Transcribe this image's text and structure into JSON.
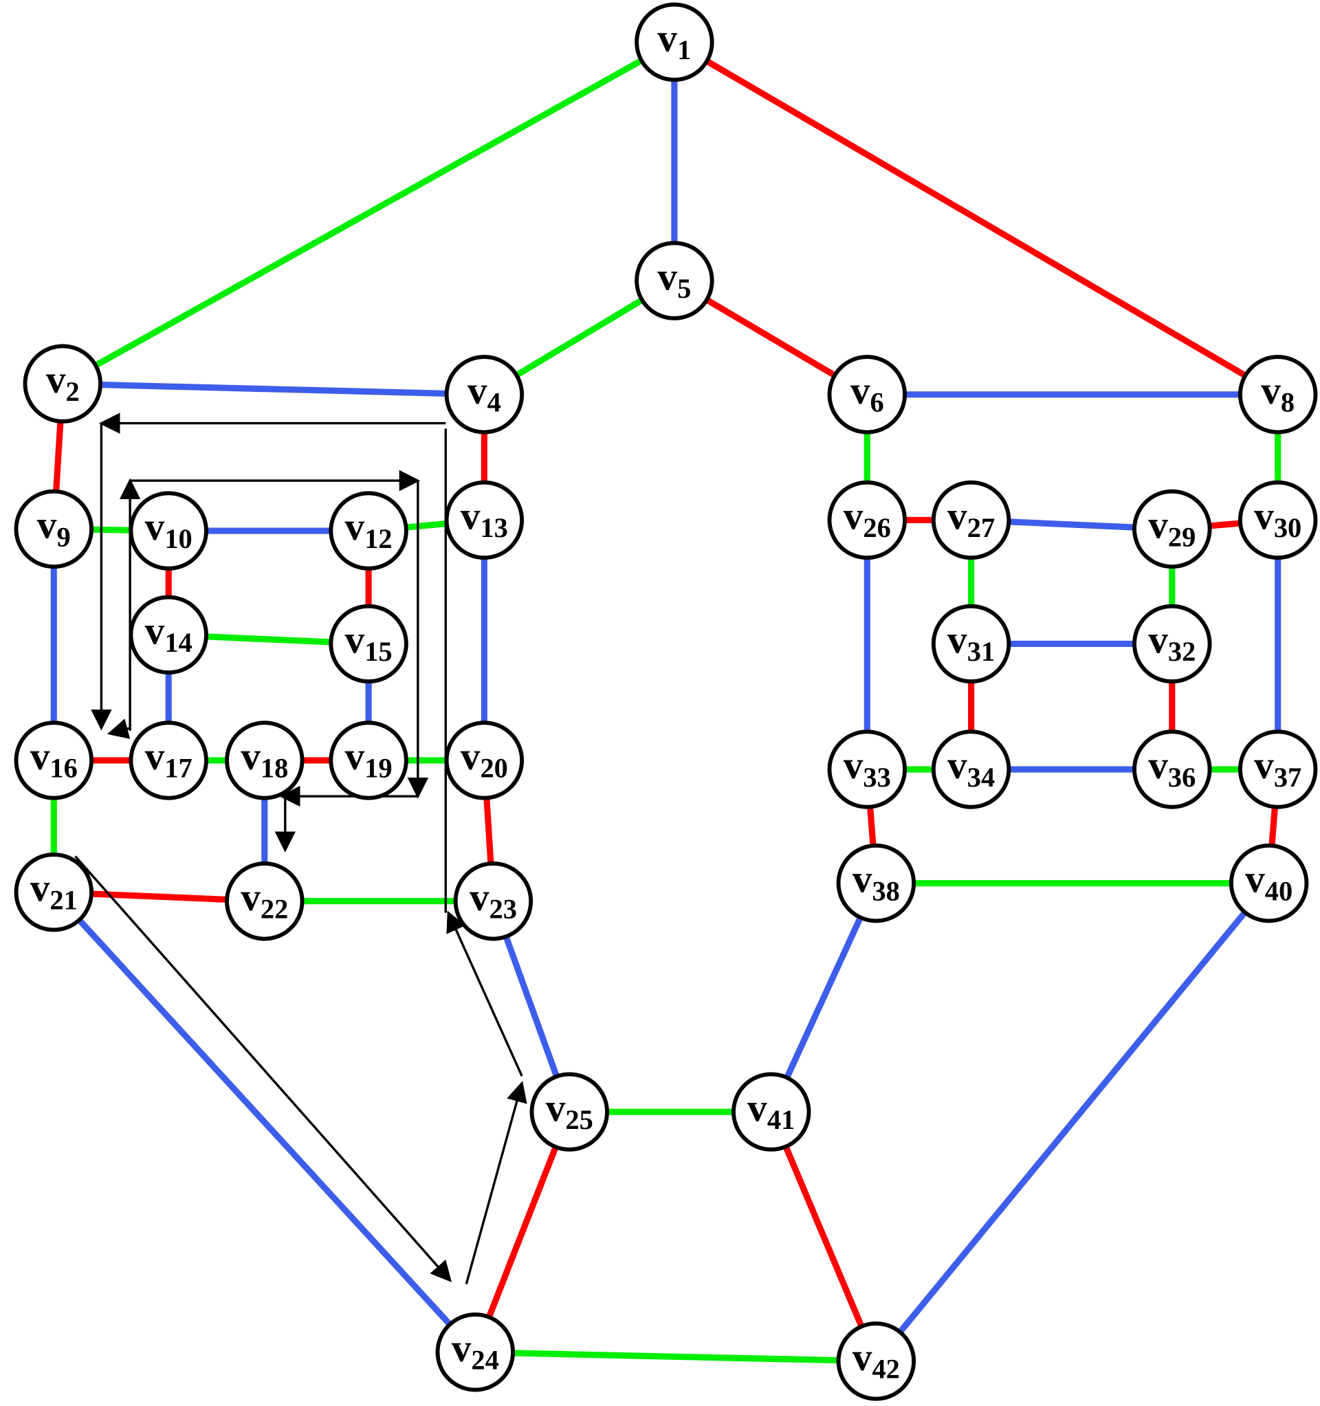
{
  "colors": {
    "red": "#ff0000",
    "green": "#00ee00",
    "blue": "#3d5eea",
    "arrow": "#000000"
  },
  "nodes": [
    {
      "id": "v1",
      "letter": "v",
      "sub": "1"
    },
    {
      "id": "v2",
      "letter": "v",
      "sub": "2"
    },
    {
      "id": "v4",
      "letter": "v",
      "sub": "4"
    },
    {
      "id": "v5",
      "letter": "v",
      "sub": "5"
    },
    {
      "id": "v6",
      "letter": "v",
      "sub": "6"
    },
    {
      "id": "v8",
      "letter": "v",
      "sub": "8"
    },
    {
      "id": "v9",
      "letter": "v",
      "sub": "9"
    },
    {
      "id": "v10",
      "letter": "v",
      "sub": "10"
    },
    {
      "id": "v12",
      "letter": "v",
      "sub": "12"
    },
    {
      "id": "v13",
      "letter": "v",
      "sub": "13"
    },
    {
      "id": "v14",
      "letter": "v",
      "sub": "14"
    },
    {
      "id": "v15",
      "letter": "v",
      "sub": "15"
    },
    {
      "id": "v16",
      "letter": "v",
      "sub": "16"
    },
    {
      "id": "v17",
      "letter": "v",
      "sub": "17"
    },
    {
      "id": "v18",
      "letter": "v",
      "sub": "18"
    },
    {
      "id": "v19",
      "letter": "v",
      "sub": "19"
    },
    {
      "id": "v20",
      "letter": "v",
      "sub": "20"
    },
    {
      "id": "v21",
      "letter": "v",
      "sub": "21"
    },
    {
      "id": "v22",
      "letter": "v",
      "sub": "22"
    },
    {
      "id": "v23",
      "letter": "v",
      "sub": "23"
    },
    {
      "id": "v24",
      "letter": "v",
      "sub": "24"
    },
    {
      "id": "v25",
      "letter": "v",
      "sub": "25"
    },
    {
      "id": "v26",
      "letter": "v",
      "sub": "26"
    },
    {
      "id": "v27",
      "letter": "v",
      "sub": "27"
    },
    {
      "id": "v29",
      "letter": "v",
      "sub": "29"
    },
    {
      "id": "v30",
      "letter": "v",
      "sub": "30"
    },
    {
      "id": "v31",
      "letter": "v",
      "sub": "31"
    },
    {
      "id": "v32",
      "letter": "v",
      "sub": "32"
    },
    {
      "id": "v33",
      "letter": "v",
      "sub": "33"
    },
    {
      "id": "v34",
      "letter": "v",
      "sub": "34"
    },
    {
      "id": "v36",
      "letter": "v",
      "sub": "36"
    },
    {
      "id": "v37",
      "letter": "v",
      "sub": "37"
    },
    {
      "id": "v38",
      "letter": "v",
      "sub": "38"
    },
    {
      "id": "v40",
      "letter": "v",
      "sub": "40"
    },
    {
      "id": "v41",
      "letter": "v",
      "sub": "41"
    },
    {
      "id": "v42",
      "letter": "v",
      "sub": "42"
    }
  ],
  "edges": [
    {
      "from": "v1",
      "to": "v2",
      "color": "green"
    },
    {
      "from": "v1",
      "to": "v5",
      "color": "blue"
    },
    {
      "from": "v1",
      "to": "v8",
      "color": "red"
    },
    {
      "from": "v5",
      "to": "v4",
      "color": "green"
    },
    {
      "from": "v5",
      "to": "v6",
      "color": "red"
    },
    {
      "from": "v2",
      "to": "v4",
      "color": "blue"
    },
    {
      "from": "v6",
      "to": "v8",
      "color": "blue"
    },
    {
      "from": "v2",
      "to": "v9",
      "color": "red"
    },
    {
      "from": "v4",
      "to": "v13",
      "color": "red"
    },
    {
      "from": "v9",
      "to": "v10",
      "color": "green"
    },
    {
      "from": "v10",
      "to": "v12",
      "color": "blue"
    },
    {
      "from": "v12",
      "to": "v13",
      "color": "green"
    },
    {
      "from": "v10",
      "to": "v14",
      "color": "red"
    },
    {
      "from": "v12",
      "to": "v15",
      "color": "red"
    },
    {
      "from": "v14",
      "to": "v15",
      "color": "green"
    },
    {
      "from": "v14",
      "to": "v17",
      "color": "blue"
    },
    {
      "from": "v15",
      "to": "v19",
      "color": "blue"
    },
    {
      "from": "v9",
      "to": "v16",
      "color": "blue"
    },
    {
      "from": "v13",
      "to": "v20",
      "color": "blue"
    },
    {
      "from": "v16",
      "to": "v17",
      "color": "red"
    },
    {
      "from": "v17",
      "to": "v18",
      "color": "green"
    },
    {
      "from": "v18",
      "to": "v19",
      "color": "red"
    },
    {
      "from": "v19",
      "to": "v20",
      "color": "green"
    },
    {
      "from": "v16",
      "to": "v21",
      "color": "green"
    },
    {
      "from": "v18",
      "to": "v22",
      "color": "blue"
    },
    {
      "from": "v20",
      "to": "v23",
      "color": "red"
    },
    {
      "from": "v21",
      "to": "v22",
      "color": "red"
    },
    {
      "from": "v22",
      "to": "v23",
      "color": "green"
    },
    {
      "from": "v21",
      "to": "v24",
      "color": "blue"
    },
    {
      "from": "v23",
      "to": "v25",
      "color": "blue"
    },
    {
      "from": "v25",
      "to": "v24",
      "color": "red"
    },
    {
      "from": "v25",
      "to": "v41",
      "color": "green"
    },
    {
      "from": "v24",
      "to": "v42",
      "color": "green"
    },
    {
      "from": "v41",
      "to": "v42",
      "color": "red"
    },
    {
      "from": "v41",
      "to": "v38",
      "color": "blue"
    },
    {
      "from": "v42",
      "to": "v40",
      "color": "blue"
    },
    {
      "from": "v38",
      "to": "v40",
      "color": "green"
    },
    {
      "from": "v6",
      "to": "v26",
      "color": "green"
    },
    {
      "from": "v8",
      "to": "v30",
      "color": "green"
    },
    {
      "from": "v26",
      "to": "v27",
      "color": "red"
    },
    {
      "from": "v27",
      "to": "v29",
      "color": "blue"
    },
    {
      "from": "v29",
      "to": "v30",
      "color": "red"
    },
    {
      "from": "v27",
      "to": "v31",
      "color": "green"
    },
    {
      "from": "v29",
      "to": "v32",
      "color": "green"
    },
    {
      "from": "v31",
      "to": "v32",
      "color": "blue"
    },
    {
      "from": "v31",
      "to": "v34",
      "color": "red"
    },
    {
      "from": "v32",
      "to": "v36",
      "color": "red"
    },
    {
      "from": "v26",
      "to": "v33",
      "color": "blue"
    },
    {
      "from": "v30",
      "to": "v37",
      "color": "blue"
    },
    {
      "from": "v33",
      "to": "v34",
      "color": "green"
    },
    {
      "from": "v34",
      "to": "v36",
      "color": "blue"
    },
    {
      "from": "v36",
      "to": "v37",
      "color": "green"
    },
    {
      "from": "v33",
      "to": "v38",
      "color": "red"
    },
    {
      "from": "v37",
      "to": "v40",
      "color": "red"
    }
  ],
  "path_arrows": [
    {
      "id": "a1",
      "headed": false
    },
    {
      "id": "a2",
      "headed": true
    },
    {
      "id": "a3",
      "headed": true
    },
    {
      "id": "a4",
      "headed": true
    },
    {
      "id": "a5",
      "headed": true
    },
    {
      "id": "a6",
      "headed": true
    },
    {
      "id": "a7",
      "headed": true
    },
    {
      "id": "a8",
      "headed": true
    },
    {
      "id": "a9",
      "headed": true
    },
    {
      "id": "a10",
      "headed": true
    },
    {
      "id": "a11",
      "headed": true
    },
    {
      "id": "a12",
      "headed": true
    },
    {
      "id": "a13",
      "headed": true
    }
  ]
}
